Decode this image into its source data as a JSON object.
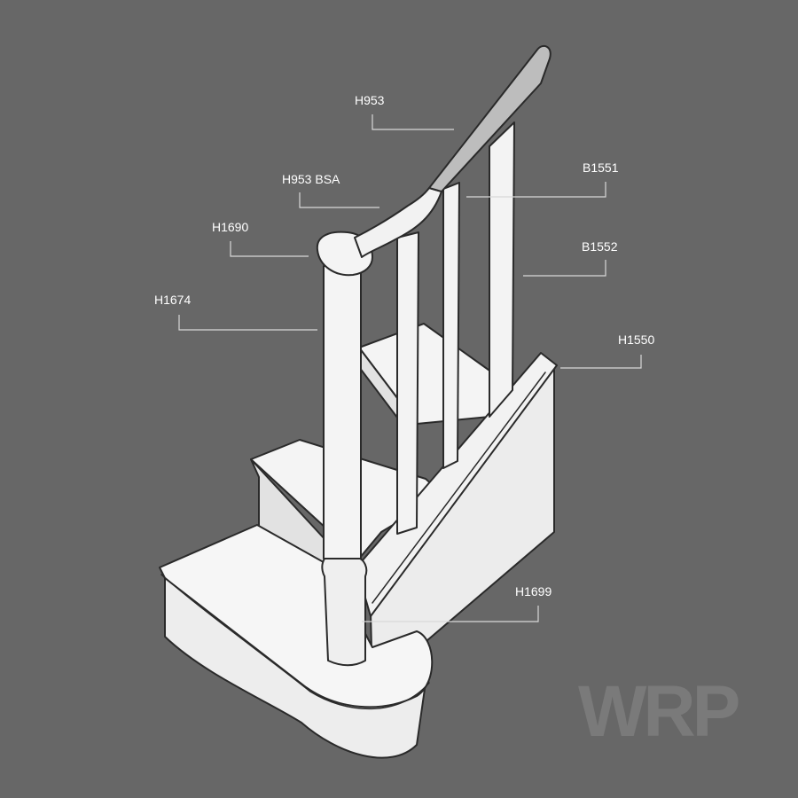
{
  "colors": {
    "background": "#676767",
    "callout_text": "#ffffff",
    "leader_line": "#d8d8d8",
    "watermark": "#7a7a7a",
    "part_light": "#f4f4f4",
    "part_mid": "#e2e2e2",
    "part_shadow": "#cfcfcf",
    "outline": "#2a2a2a",
    "handrail_highlight": "#bdbdbd"
  },
  "callouts": {
    "h953": "H953",
    "h953_bsa": "H953 BSA",
    "h1690": "H1690",
    "h1674": "H1674",
    "b1551": "B1551",
    "b1552": "B1552",
    "h1550": "H1550",
    "h1699": "H1699"
  },
  "watermark": "WRP"
}
